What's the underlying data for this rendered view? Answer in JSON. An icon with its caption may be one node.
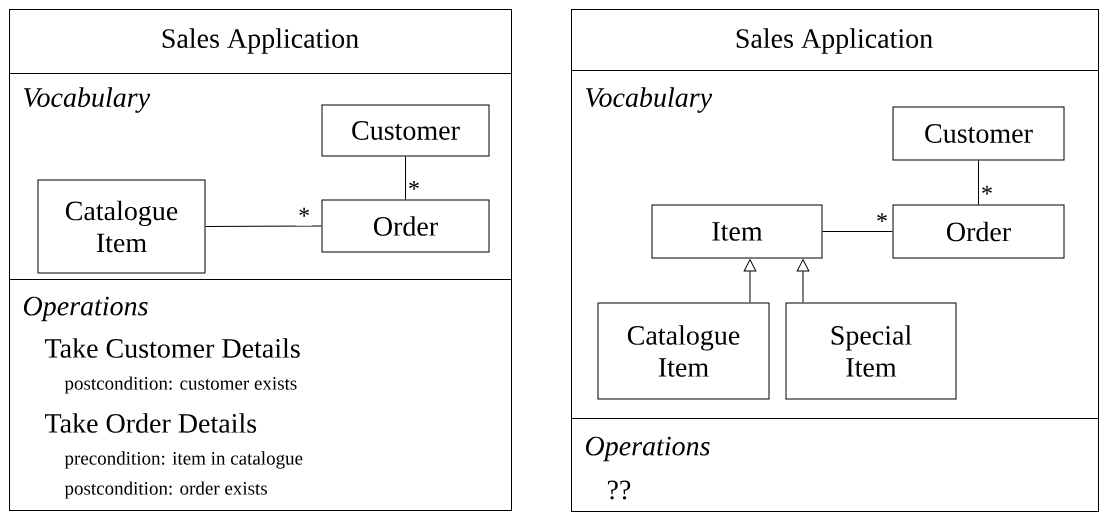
{
  "diagram": {
    "nodes": [
      {
        "text": [
          "Sales Application"
        ]
      },
      {
        "text": [
          "Vocabulary"
        ]
      },
      {
        "text": [
          "Customer"
        ],
        "in": 1
      },
      {
        "text": [
          "Catalogue Item"
        ],
        "in": 1
      },
      {
        "text": [
          "Order"
        ],
        "in": 1
      },
      {
        "text": [
          "Operations",
          "Take Customer Details",
          "postcondition: customer exists",
          "Take Order Details",
          "precondition: item in catalogue",
          "postcondition: order exists"
        ]
      },
      {
        "text": [
          "Sales Application"
        ]
      },
      {
        "text": [
          "Vocabulary"
        ]
      },
      {
        "text": [
          "Customer"
        ],
        "in": 7
      },
      {
        "text": [
          "Item"
        ],
        "in": 7
      },
      {
        "text": [
          "Order"
        ],
        "in": 7
      },
      {
        "text": [
          "Catalogue Item"
        ],
        "in": 7
      },
      {
        "text": [
          "Special Item"
        ],
        "in": 7
      },
      {
        "text": [
          "Operations",
          "??"
        ]
      }
    ],
    "edges": [
      {
        "from": 2,
        "to": 4,
        "arrow": "none",
        "label": "*"
      },
      {
        "from": 3,
        "to": 4,
        "arrow": "none",
        "label": "*"
      },
      {
        "from": 8,
        "to": 10,
        "arrow": "none",
        "label": "*"
      },
      {
        "from": 9,
        "to": 10,
        "arrow": "none",
        "label": "*"
      },
      {
        "from": 11,
        "to": 9,
        "arrow": "to"
      },
      {
        "from": 12,
        "to": 9,
        "arrow": "to"
      }
    ]
  }
}
